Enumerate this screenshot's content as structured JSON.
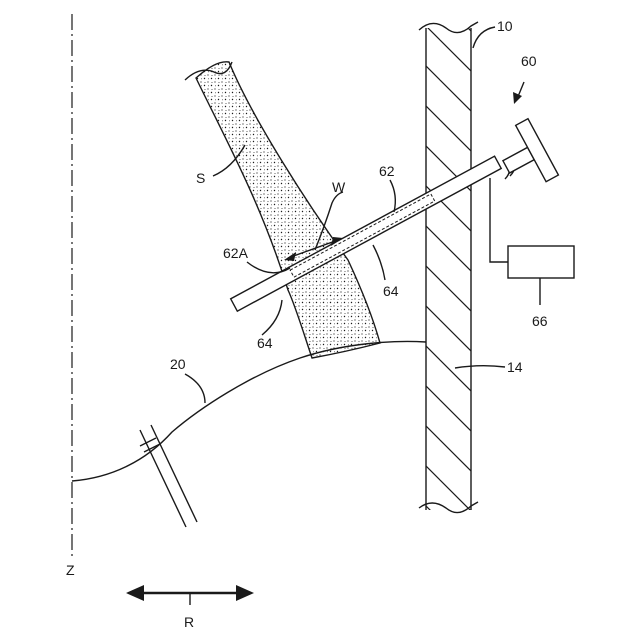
{
  "labels": {
    "ref_10": "10",
    "ref_60": "60",
    "ref_62": "62",
    "ref_62A": "62A",
    "ref_64_a": "64",
    "ref_64_b": "64",
    "ref_66": "66",
    "ref_14": "14",
    "ref_20": "20",
    "ref_S": "S",
    "ref_W": "W",
    "axis_Z": "Z",
    "dir_R": "R"
  },
  "colors": {
    "line": "#1a1a1a",
    "background": "#ffffff"
  }
}
